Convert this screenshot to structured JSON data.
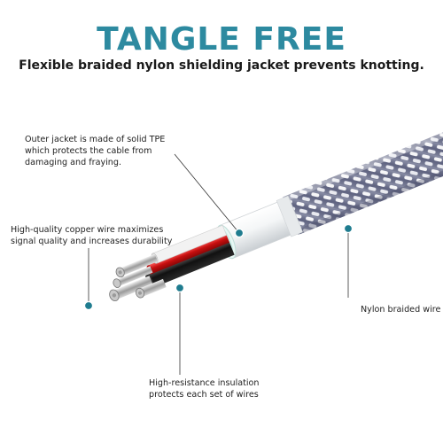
{
  "heading": {
    "title": "TANGLE FREE",
    "subtitle": "Flexible braided nylon shielding jacket prevents knotting."
  },
  "callouts": {
    "outer_jacket": [
      "Outer jacket is made of solid TPE",
      "which protects the cable from",
      "damaging and fraying."
    ],
    "copper_wire": [
      "High-quality copper wire maximizes",
      "signal quality and increases durability"
    ],
    "nylon": [
      "Nylon braided wire"
    ],
    "insulation": [
      "High-resistance insulation",
      "protects each set of wires"
    ]
  },
  "colors": {
    "title": "#2d8aa0",
    "wire_red": "#d81a1a",
    "wire_black": "#1a1a1a",
    "accent_dot": "#1f7c8f",
    "braid_white": "#f4f4f6",
    "braid_gray": "#6b6f8a"
  }
}
